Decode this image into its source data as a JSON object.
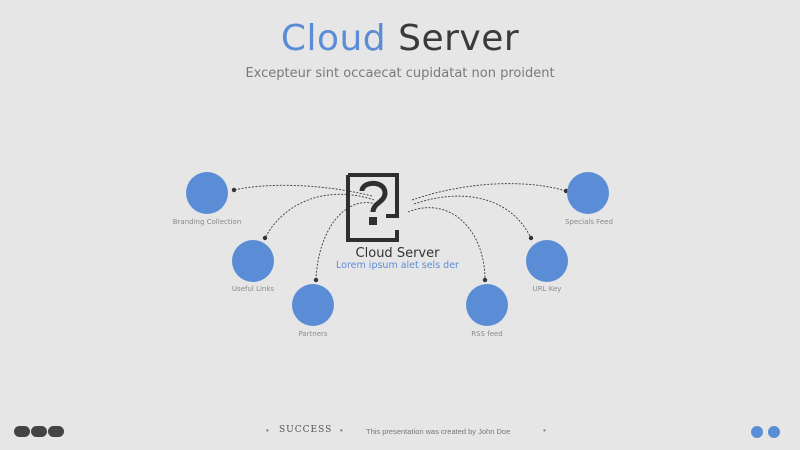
{
  "header": {
    "title_accent": "Cloud",
    "title_rest": "Server",
    "subtitle": "Excepteur sint occaecat cupidatat non proident"
  },
  "center": {
    "icon": "question-document-icon",
    "title": "Cloud Server",
    "subtitle": "Lorem ipsum alet sels der"
  },
  "nodes": [
    {
      "label": "Branding Collection"
    },
    {
      "label": "Useful Links"
    },
    {
      "label": "Partners"
    },
    {
      "label": "Specials Feed"
    },
    {
      "label": "URL Key"
    },
    {
      "label": "RSS feed"
    }
  ],
  "footer": {
    "brand": "SUCCESS",
    "credit": "This presentation was created by John Doe"
  },
  "colors": {
    "accent": "#5b8dd6",
    "text": "#3a3a3a",
    "background": "#e6e6e6",
    "dark": "#444444"
  }
}
